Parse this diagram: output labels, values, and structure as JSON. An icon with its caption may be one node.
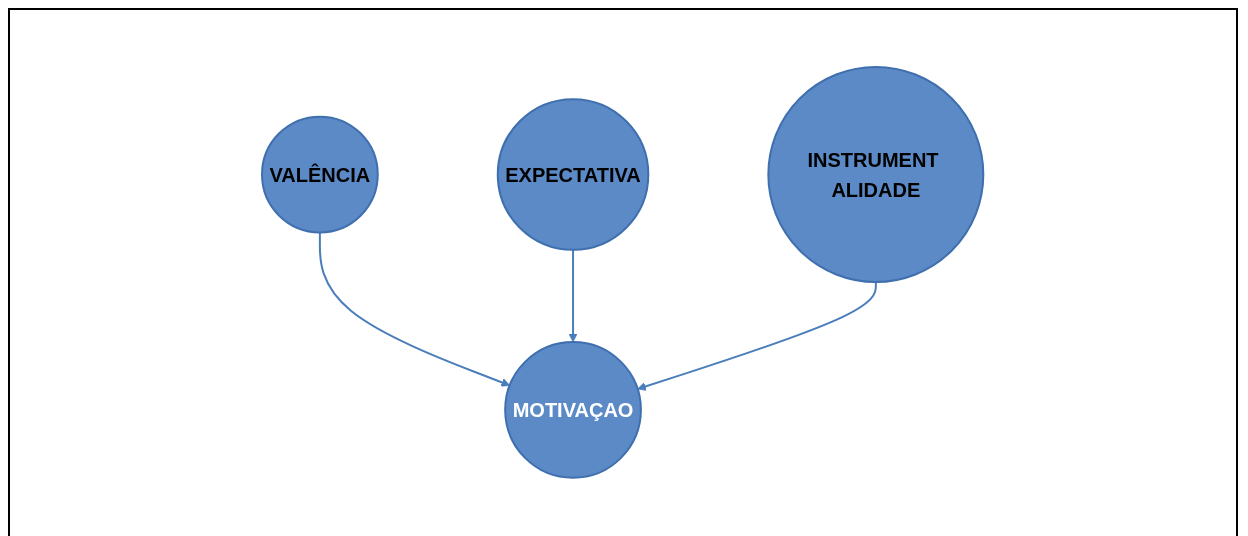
{
  "diagram": {
    "nodes": [
      {
        "text": [
          "VALÊNCIA"
        ]
      },
      {
        "text": [
          "MOTIVAÇAO"
        ]
      },
      {
        "text": [
          "EXPECTATIVA"
        ]
      },
      {
        "text": [
          "INSTRUMENT ALIDADE"
        ]
      }
    ],
    "edges": [
      {
        "from": 0,
        "to": 1,
        "arrow": "to"
      },
      {
        "from": 2,
        "to": 1,
        "arrow": "to"
      },
      {
        "from": 3,
        "to": 1,
        "arrow": "to"
      }
    ]
  }
}
